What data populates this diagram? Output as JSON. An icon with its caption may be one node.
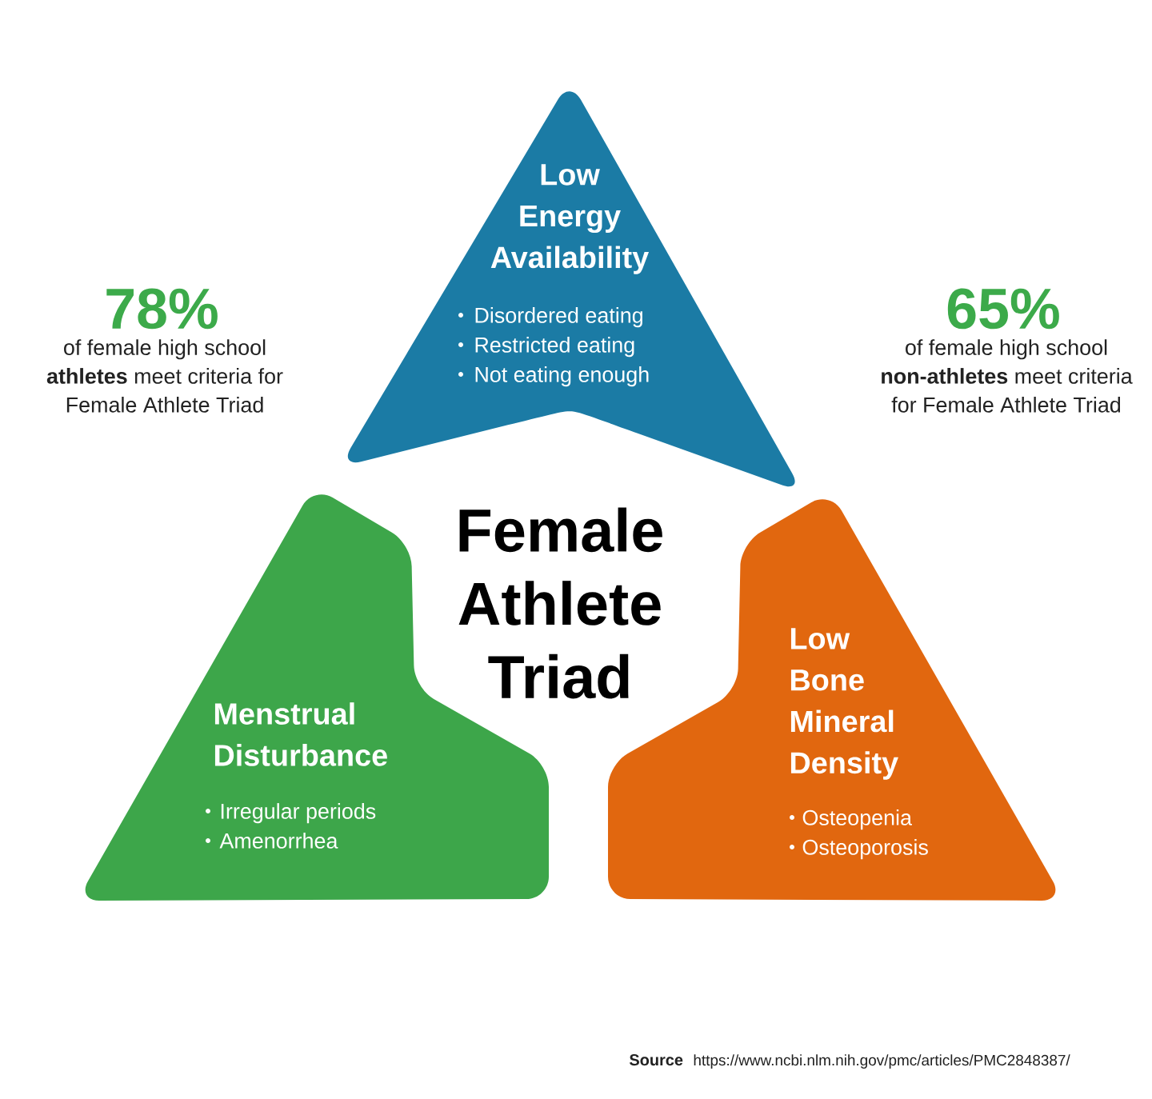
{
  "diagram": {
    "title": "Female Athlete Triad",
    "nodes": [
      {
        "text": [
          "Low Energy Availability",
          "Disordered eating",
          "Restricted eating",
          "Not eating enough"
        ]
      },
      {
        "text": [
          "Menstrual Disturbance",
          "Irregular periods",
          "Amenorrhea"
        ]
      },
      {
        "text": [
          "Low Bone Mineral Density",
          "Osteopenia",
          "Osteoporosis"
        ]
      }
    ],
    "labels": [
      "78%",
      "of female high school **athletes** meet criteria for Female Athlete Triad",
      "65%",
      "of female high school **non-athletes** meet criteria for Female Athlete Triad",
      "Source",
      "https://www.ncbi.nlm.nih.gov/pmc/articles/PMC2848387/"
    ]
  }
}
